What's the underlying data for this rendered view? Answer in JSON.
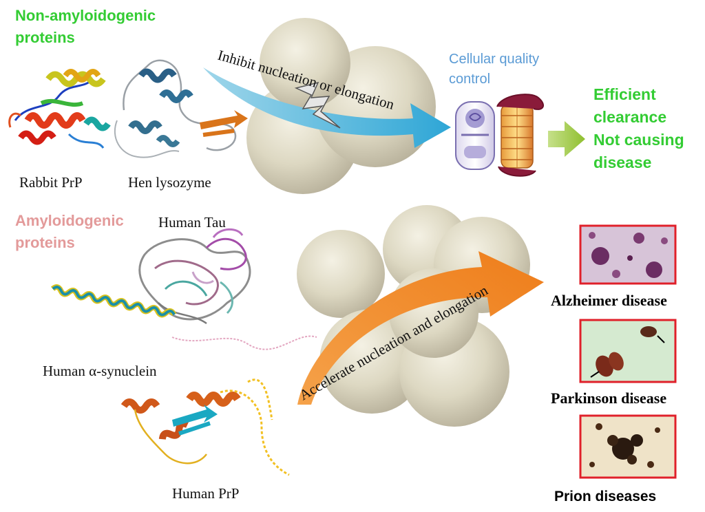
{
  "top_section": {
    "group_label": "Non-amyloidogenic proteins",
    "group_color": "#33cc33",
    "proteins": [
      {
        "name": "Rabbit PrP"
      },
      {
        "name": "Hen lysozyme"
      }
    ],
    "arrow_label": "Inhibit nucleation or elongation",
    "arrow_color": "#3fb0d8",
    "quality_control_label": "Cellular quality control",
    "quality_control_color": "#5b9bd5",
    "outcome_lines": [
      "Efficient",
      "clearance",
      "Not causing",
      "disease"
    ],
    "outcome_color": "#33cc33"
  },
  "bottom_section": {
    "group_label": "Amyloidogenic proteins",
    "group_color": "#e39a9a",
    "proteins": [
      {
        "name": "Human Tau"
      },
      {
        "name": "Human α-synuclein"
      },
      {
        "name": "Human PrP"
      }
    ],
    "arrow_label": "Accelerate nucleation and elongation",
    "arrow_color": "#f08a2a",
    "diseases": [
      {
        "name": "Alzheimer disease"
      },
      {
        "name": "Parkinson disease"
      },
      {
        "name": "Prion diseases"
      }
    ],
    "disease_frame_color": "#e0202a"
  }
}
